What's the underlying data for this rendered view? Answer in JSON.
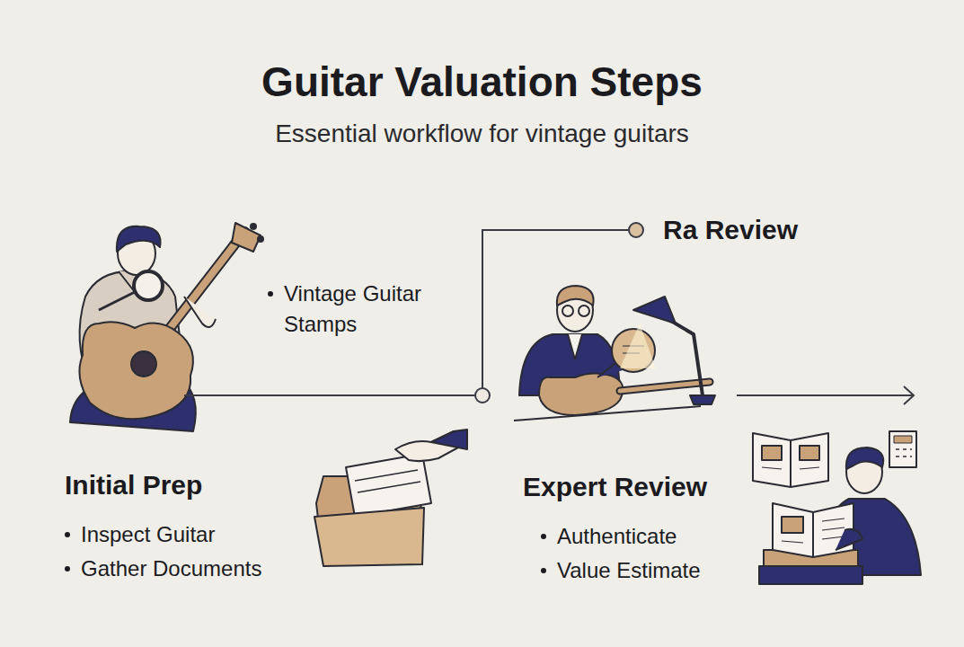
{
  "diagram": {
    "title": "Guitar Valuation Steps",
    "nodes": [
      {
        "text": [
          "Initial Prep",
          "Inspect Guitar",
          "Gather Documents",
          "Vintage Guitar Stamps"
        ]
      },
      {
        "text": [
          "Ra Review"
        ]
      },
      {
        "text": [
          "Expert Review",
          "Authenticate",
          "Value Estimate"
        ]
      }
    ],
    "edges": [
      {
        "from": 0,
        "to": 1,
        "arrow": "none"
      }
    ],
    "labels": [
      "Essential workflow for vintage guitars"
    ]
  }
}
